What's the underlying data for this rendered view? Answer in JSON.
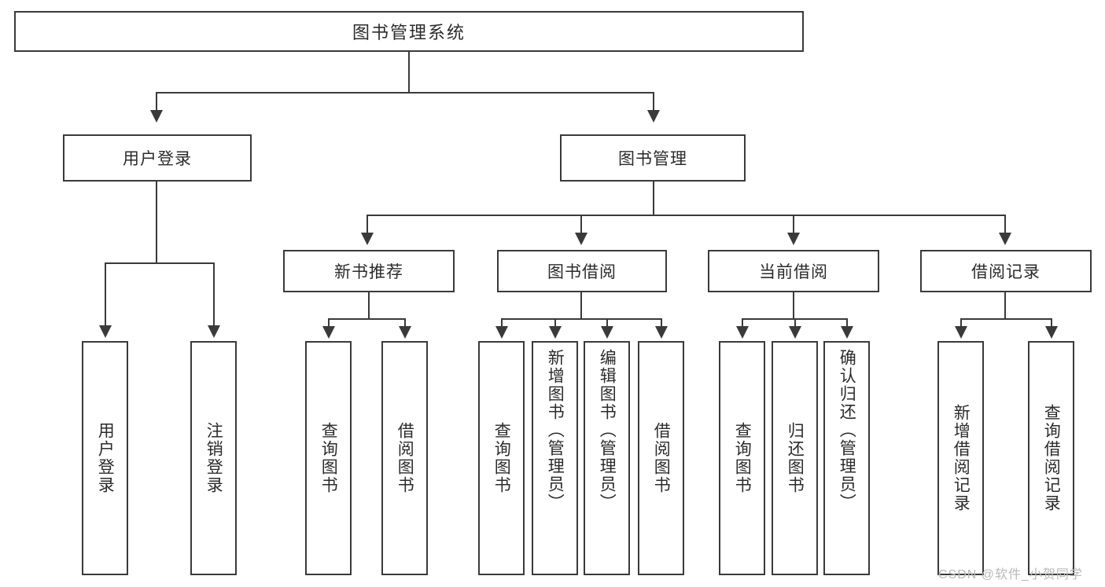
{
  "diagram": {
    "title": "图书管理系统",
    "type": "hierarchy-tree",
    "root": {
      "label": "图书管理系统"
    },
    "level2": [
      {
        "label": "用户登录"
      },
      {
        "label": "图书管理"
      }
    ],
    "level3": [
      {
        "label": "新书推荐"
      },
      {
        "label": "图书借阅"
      },
      {
        "label": "当前借阅"
      },
      {
        "label": "借阅记录"
      }
    ],
    "leaves": {
      "user_login": [
        "用户登录",
        "注销登录"
      ],
      "new_book_recommend": [
        "查询图书",
        "借阅图书"
      ],
      "book_borrow": [
        "查询图书",
        "新增图书（管理员）",
        "编辑图书（管理员）",
        "借阅图书"
      ],
      "current_borrow": [
        "查询图书",
        "归还图书",
        "确认归还（管理员）"
      ],
      "borrow_record": [
        "新增借阅记录",
        "查询借阅记录"
      ]
    }
  },
  "watermark": {
    "text": "CSDN @软件_小贺同学"
  },
  "colors": {
    "stroke": "#3a3a3a",
    "text": "#2b2b2b",
    "background": "#ffffff",
    "watermark": "#b9b9b9"
  }
}
